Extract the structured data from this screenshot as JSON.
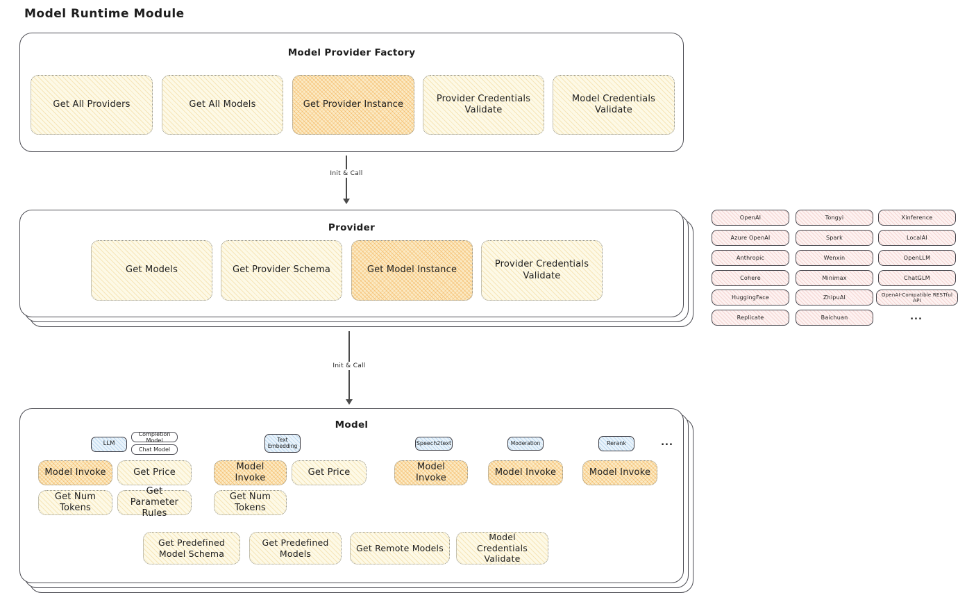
{
  "title": "Model Runtime Module",
  "colors": {
    "op_light_fill": "#fdf9e6",
    "op_highlight_fill": "#fbeac4",
    "op_hatch": "#e9c46a",
    "op_highlight_hatch": "#f2a642",
    "provider_chip_fill": "#fdf2f1",
    "provider_chip_hatch": "#e0948e",
    "model_type_fill": "#e9f3fb",
    "model_type_hatch": "#6ca6d5",
    "container_border": "#4b4b52",
    "text": "#1d1d1d"
  },
  "arrows": {
    "init_call_1": "Init & Call",
    "init_call_2": "Init & Call"
  },
  "factory": {
    "title": "Model Provider Factory",
    "boxes": [
      {
        "label": "Get All Providers",
        "variant": "light"
      },
      {
        "label": "Get All Models",
        "variant": "light"
      },
      {
        "label": "Get Provider Instance",
        "variant": "highlight"
      },
      {
        "label": "Provider Credentials Validate",
        "variant": "light"
      },
      {
        "label": "Model Credentials Validate",
        "variant": "light"
      }
    ]
  },
  "provider": {
    "title": "Provider",
    "boxes": [
      {
        "label": "Get Models",
        "variant": "light"
      },
      {
        "label": "Get Provider Schema",
        "variant": "light"
      },
      {
        "label": "Get Model Instance",
        "variant": "highlight"
      },
      {
        "label": "Provider Credentials Validate",
        "variant": "light"
      }
    ]
  },
  "provider_list": {
    "items": [
      "OpenAI",
      "Tongyi",
      "Xinference",
      "Azure OpenAI",
      "Spark",
      "LocalAI",
      "Anthropic",
      "Wenxin",
      "OpenLLM",
      "Cohere",
      "Minimax",
      "ChatGLM",
      "HuggingFace",
      "ZhipuAI",
      "OpenAI-Compatible RESTful API",
      "Replicate",
      "Baichuan"
    ],
    "ellipsis": "..."
  },
  "model": {
    "title": "Model",
    "types": {
      "llm": "LLM",
      "completion_model": "Completion Model",
      "chat_model": "Chat Model",
      "text_embedding": "Text Embedding",
      "speech2text": "Speech2text",
      "moderation": "Moderation",
      "rerank": "Rerank",
      "ellipsis": "..."
    },
    "llm_ops": [
      {
        "label": "Model Invoke",
        "variant": "highlight"
      },
      {
        "label": "Get Price",
        "variant": "light"
      },
      {
        "label": "Get Num Tokens",
        "variant": "light"
      },
      {
        "label": "Get Parameter Rules",
        "variant": "light"
      }
    ],
    "text_embedding_ops": [
      {
        "label": "Model Invoke",
        "variant": "highlight"
      },
      {
        "label": "Get Price",
        "variant": "light"
      },
      {
        "label": "Get Num Tokens",
        "variant": "light"
      }
    ],
    "speech2text_ops": [
      {
        "label": "Model Invoke",
        "variant": "highlight"
      }
    ],
    "moderation_ops": [
      {
        "label": "Model Invoke",
        "variant": "highlight"
      }
    ],
    "rerank_ops": [
      {
        "label": "Model Invoke",
        "variant": "highlight"
      }
    ],
    "common_ops": [
      {
        "label": "Get Predefined Model Schema",
        "variant": "light"
      },
      {
        "label": "Get Predefined Models",
        "variant": "light"
      },
      {
        "label": "Get Remote Models",
        "variant": "light"
      },
      {
        "label": "Model Credentials Validate",
        "variant": "light"
      }
    ]
  }
}
